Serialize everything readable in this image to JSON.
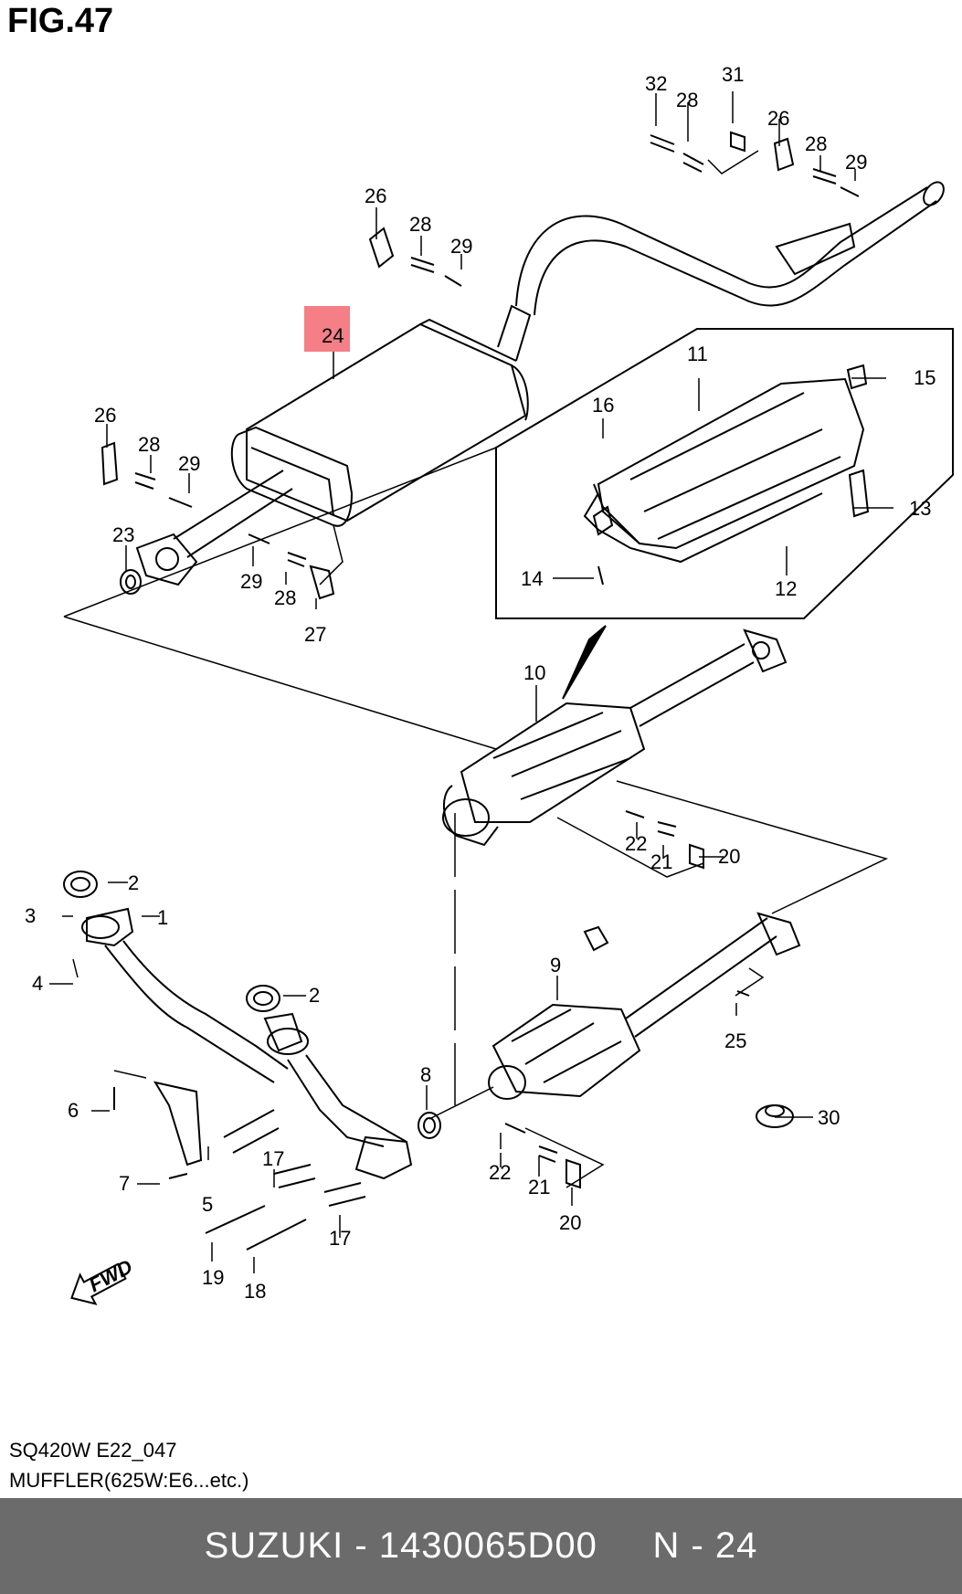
{
  "figure": {
    "title": "FIG.47"
  },
  "callouts": [
    "1",
    "2",
    "3",
    "4",
    "5",
    "6",
    "7",
    "8",
    "9",
    "10",
    "11",
    "12",
    "13",
    "14",
    "15",
    "16",
    "17",
    "18",
    "19",
    "20",
    "21",
    "22",
    "23",
    "24",
    "25",
    "26",
    "27",
    "28",
    "29",
    "30",
    "31",
    "32"
  ],
  "highlighted_callout": "24",
  "fwd_label": "FWD",
  "caption": {
    "line1": "SQ420W E22_047",
    "line2": "MUFFLER(625W:E6...etc.)"
  },
  "footer": {
    "text": "SUZUKI - 1430065D00     N - 24"
  },
  "colors": {
    "highlight": "#f47f86",
    "footer_bg": "#6b6b6b",
    "footer_text": "#ffffff"
  }
}
